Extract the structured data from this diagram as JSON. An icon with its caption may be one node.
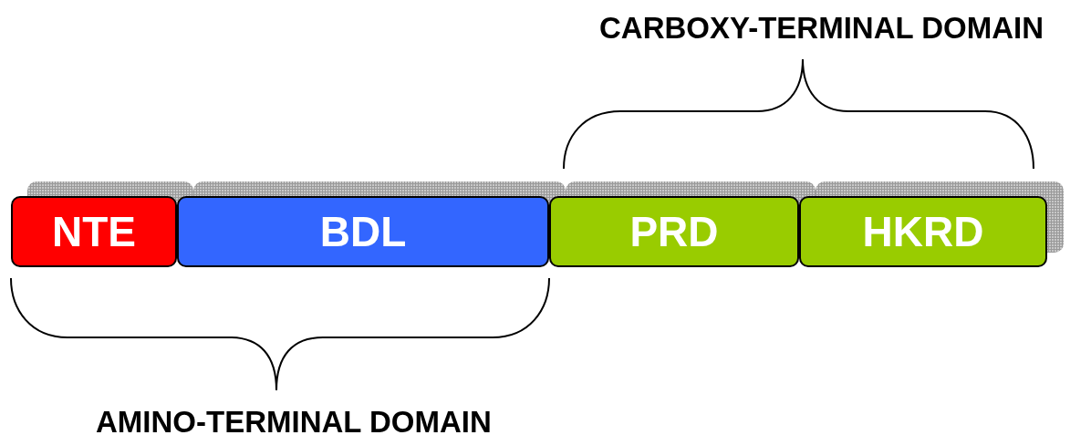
{
  "diagram": {
    "nodes": [
      {
        "text": [
          "NTE"
        ]
      },
      {
        "text": [
          "BDL"
        ]
      },
      {
        "text": [
          "PRD"
        ]
      },
      {
        "text": [
          "HKRD"
        ]
      }
    ],
    "labels": [
      "CARBOXY-TERMINAL DOMAIN",
      "AMINO-TERMINAL DOMAIN"
    ]
  }
}
